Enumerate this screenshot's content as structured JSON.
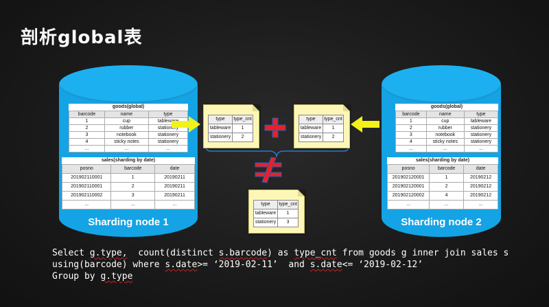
{
  "title": "剖析global表",
  "node_left": {
    "label": "Sharding node 1",
    "goods": {
      "caption": "goods(global)",
      "headers": [
        "barcode",
        "name",
        "type"
      ],
      "rows": [
        [
          "1",
          "cup",
          "tableware"
        ],
        [
          "2",
          "rubber",
          "stationery"
        ],
        [
          "3",
          "notebook",
          "stationery"
        ],
        [
          "4",
          "sticky notes",
          "stationery"
        ],
        [
          "...",
          "...",
          "..."
        ]
      ]
    },
    "sales": {
      "caption": "sales(sharding by date)",
      "headers": [
        "posno",
        "barcode",
        "date"
      ],
      "rows": [
        [
          "201902110001",
          "1",
          "20190211"
        ],
        [
          "201902110001",
          "2",
          "20190211"
        ],
        [
          "201902110002",
          "3",
          "20190211"
        ],
        [
          "...",
          "...",
          "..."
        ]
      ]
    }
  },
  "node_right": {
    "label": "Sharding node 2",
    "goods": {
      "caption": "goods(global)",
      "headers": [
        "barcode",
        "name",
        "type"
      ],
      "rows": [
        [
          "1",
          "cup",
          "tableware"
        ],
        [
          "2",
          "rubber",
          "stationery"
        ],
        [
          "3",
          "notebook",
          "stationery"
        ],
        [
          "4",
          "sticky notes",
          "stationery"
        ],
        [
          "...",
          "...",
          "..."
        ]
      ]
    },
    "sales": {
      "caption": "sales(sharding by date)",
      "headers": [
        "posno",
        "barcode",
        "date"
      ],
      "rows": [
        [
          "201902120001",
          "1",
          "20190212"
        ],
        [
          "201902120001",
          "2",
          "20190212"
        ],
        [
          "201902120002",
          "4",
          "20190212"
        ],
        [
          "...",
          "...",
          "..."
        ]
      ]
    }
  },
  "note_left": {
    "headers": [
      "type",
      "type_cnt"
    ],
    "rows": [
      [
        "tableware",
        "1"
      ],
      [
        "stationery",
        "2"
      ]
    ]
  },
  "note_right": {
    "headers": [
      "type",
      "type_cnt"
    ],
    "rows": [
      [
        "tableware",
        "1"
      ],
      [
        "stationery",
        "2"
      ]
    ]
  },
  "note_result": {
    "headers": [
      "type",
      "type_cnt"
    ],
    "rows": [
      [
        "tableware",
        "1"
      ],
      [
        "stationery",
        "3"
      ]
    ]
  },
  "colors": {
    "cylinder": "#14a3e4",
    "arrow": "#f2f21a",
    "operator": "#e8202a",
    "operator_outline": "#1f5fb0",
    "note": "#fdf7b7"
  },
  "sql": {
    "line1": {
      "p0": "Select ",
      "p1": "g.type,",
      "p2": "  count(distinct ",
      "p3": "s.barcode",
      "p4": ") as ",
      "p5": "type_cnt",
      "p6": " from goods g inner join sales s"
    },
    "line2": {
      "p0": "using(barcode) where ",
      "p1": "s.date",
      "p2": ">= ‘2019-02-11’  and ",
      "p3": "s.date",
      "p4": "<= ‘2019-02-12’"
    },
    "line3": {
      "p0": "Group by ",
      "p1": "g.type"
    }
  }
}
